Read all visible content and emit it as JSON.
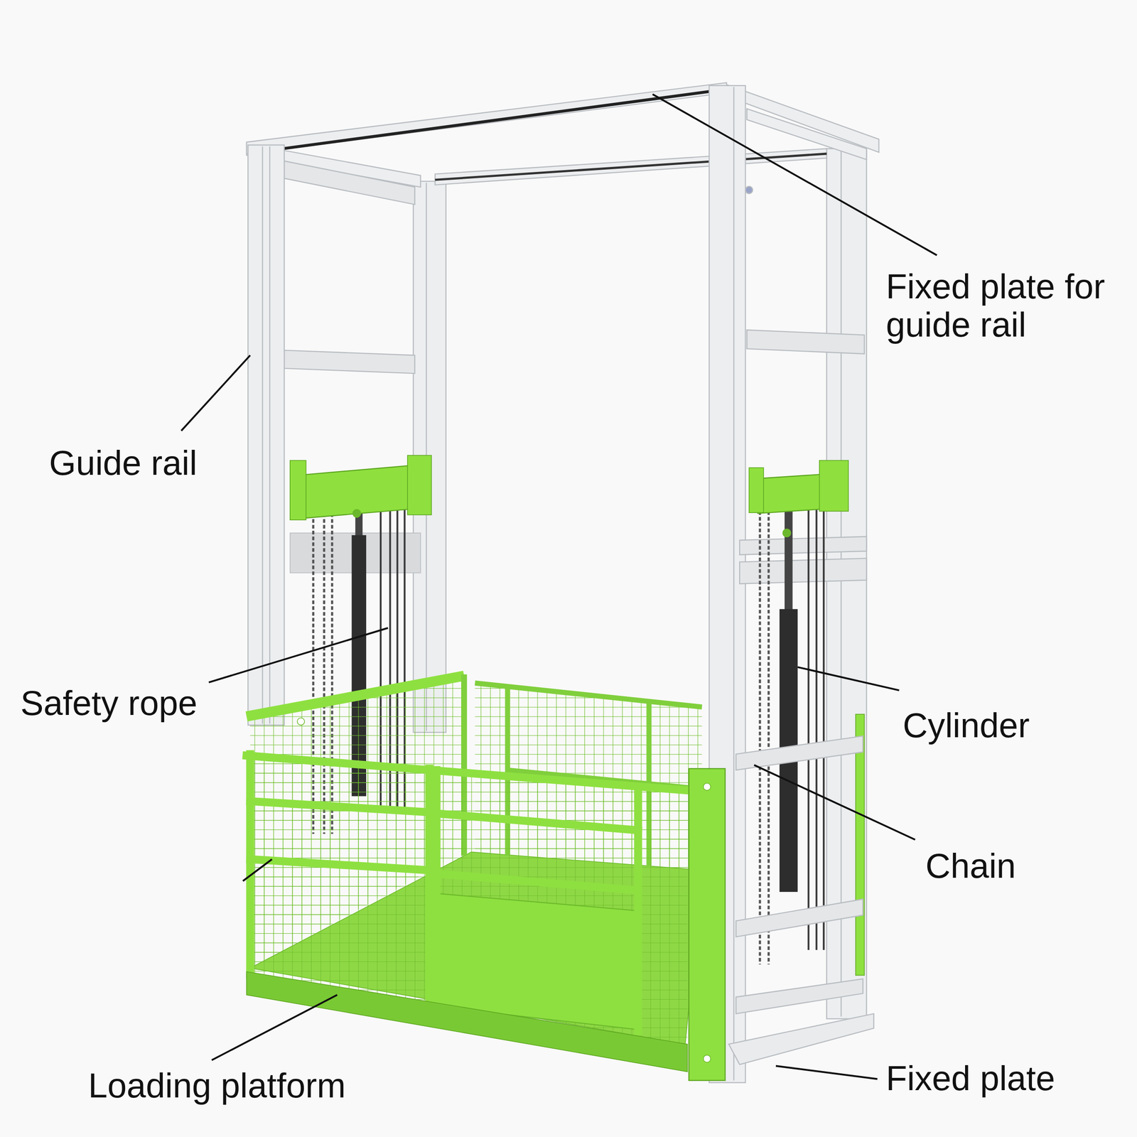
{
  "diagram": {
    "labels": [
      "Fixed plate for guide rail",
      "Guide rail",
      "Safety rope",
      "Cylinder",
      "Chain",
      "Loading platform",
      "Fixed plate"
    ]
  }
}
